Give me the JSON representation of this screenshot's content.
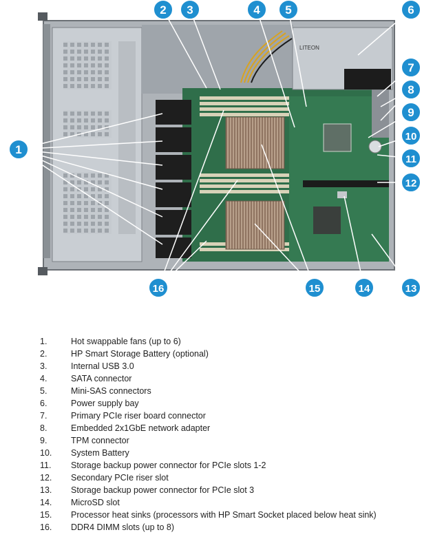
{
  "colors": {
    "callout_fill": "#1f8fd0",
    "callout_stroke": "#ffffff",
    "leader_line": "#ffffff",
    "chassis": "#b7bcc2",
    "motherboard": "#2f6e4a",
    "heat_sink": "#b49a84",
    "fan": "#1e1e1e"
  },
  "callouts": [
    "1",
    "2",
    "3",
    "4",
    "5",
    "6",
    "7",
    "8",
    "9",
    "10",
    "11",
    "12",
    "13",
    "14",
    "15",
    "16"
  ],
  "psu_label": "LITEON",
  "legend": [
    {
      "num": "1.",
      "text": "Hot swappable fans (up to 6)"
    },
    {
      "num": "2.",
      "text": "HP Smart Storage Battery (optional)"
    },
    {
      "num": "3.",
      "text": "Internal USB 3.0"
    },
    {
      "num": "4.",
      "text": "SATA connector"
    },
    {
      "num": "5.",
      "text": "Mini-SAS connectors"
    },
    {
      "num": "6.",
      "text": "Power supply bay"
    },
    {
      "num": "7.",
      "text": "Primary PCIe riser board connector"
    },
    {
      "num": "8.",
      "text": "Embedded 2x1GbE network adapter"
    },
    {
      "num": "9.",
      "text": "TPM connector"
    },
    {
      "num": "10.",
      "text": "System Battery"
    },
    {
      "num": "11.",
      "text": "Storage backup power connector for PCIe slots 1-2"
    },
    {
      "num": "12.",
      "text": "Secondary PCIe riser slot"
    },
    {
      "num": "13.",
      "text": "Storage backup power connector for PCIe slot 3"
    },
    {
      "num": "14.",
      "text": "MicroSD slot"
    },
    {
      "num": "15.",
      "text": "Processor heat sinks (processors with HP Smart Socket placed below heat sink)"
    },
    {
      "num": "16.",
      "text": "DDR4 DIMM slots (up to 8)"
    }
  ]
}
